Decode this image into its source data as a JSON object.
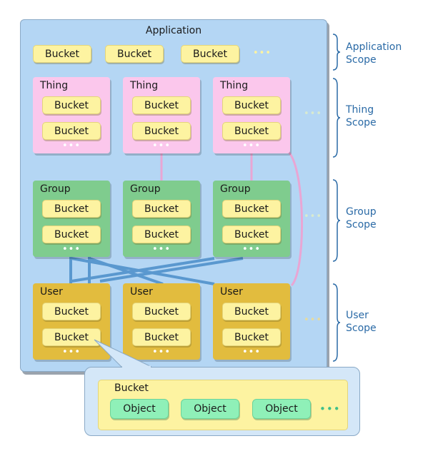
{
  "application": {
    "title": "Application",
    "bucket_label": "Bucket",
    "more": "•••"
  },
  "rows": {
    "thing": {
      "label": "Thing"
    },
    "group": {
      "label": "Group"
    },
    "user": {
      "label": "User"
    }
  },
  "bucket_label": "Bucket",
  "more": "•••",
  "scopes": {
    "application": [
      "Application",
      "Scope"
    ],
    "thing": [
      "Thing",
      "Scope"
    ],
    "group": [
      "Group",
      "Scope"
    ],
    "user": [
      "User",
      "Scope"
    ]
  },
  "detail": {
    "title": "Bucket",
    "object_label": "Object",
    "more": "•••"
  },
  "colors": {
    "application": "#b4d6f4",
    "thing": "#fbc7ec",
    "group": "#7fcc8e",
    "user": "#e2bc3e",
    "bucket": "#fdf3a1",
    "object": "#8ff0b8",
    "scope_text": "#2a6aa6"
  }
}
